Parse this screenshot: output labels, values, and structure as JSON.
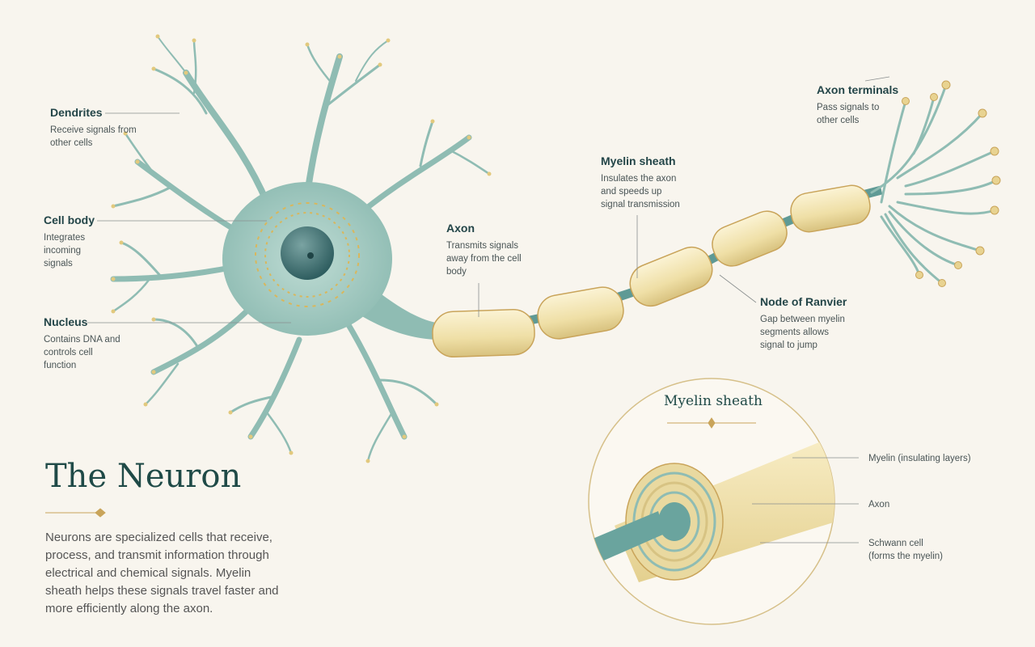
{
  "labels": {
    "dendrites": {
      "title": "Dendrites",
      "desc": "Receive signals from other cells"
    },
    "cell_body": {
      "title": "Cell body",
      "desc": "Integrates incoming signals"
    },
    "nucleus": {
      "title": "Nucleus",
      "desc": "Contains DNA and controls cell function"
    },
    "axon": {
      "title": "Axon",
      "desc": "Transmits signals away from the cell body"
    },
    "myelin_sheath": {
      "title": "Myelin sheath",
      "desc": "Insulates the axon and speeds up signal transmission"
    },
    "node_of_ranvier": {
      "title": "Node of Ranvier",
      "desc": "Gap between myelin segments allows signal to jump"
    },
    "axon_terminals": {
      "title": "Axon terminals",
      "desc": "Pass signals to other cells"
    }
  },
  "title": "The Neuron",
  "intro": "Neurons are specialized cells that receive, process, and transmit information through electrical and chemical signals. Myelin sheath helps these signals travel faster and more efficiently along the axon.",
  "inset": {
    "title": "Myelin sheath",
    "myelin": "Myelin (insulating layers)",
    "axon": "Axon",
    "schwann": "Schwann cell (forms the myelin)"
  },
  "colors": {
    "background": "#f8f5ee",
    "cell": "#8fbcb3",
    "myelin": "#f2e4b0",
    "accent": "#c9a45a",
    "title": "#1f4a47"
  }
}
